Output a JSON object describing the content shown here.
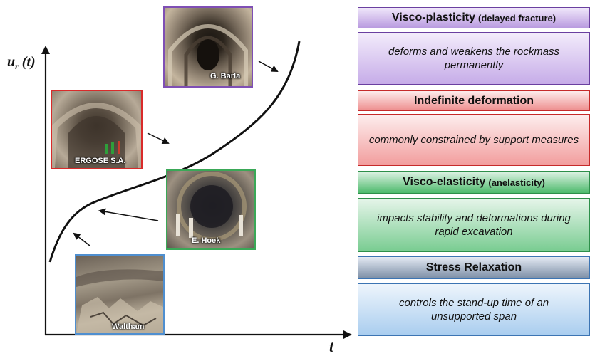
{
  "axes": {
    "y_label_main": "u",
    "y_label_sub": "r",
    "y_label_suffix": " (t)",
    "x_label": "t"
  },
  "photos": [
    {
      "caption": "G. Barla",
      "frame_color": "#7f4fb5"
    },
    {
      "caption": "ERGOSE S.A.",
      "frame_color": "#d92a2a"
    },
    {
      "caption": "E. Hoek",
      "frame_color": "#3aa857"
    },
    {
      "caption": "Waltham",
      "frame_color": "#4f8fd0"
    }
  ],
  "stages": [
    {
      "title": "Visco-plasticity",
      "title_note": "(delayed fracture)",
      "description": "deforms and weakens the rockmass permanently",
      "color": "#8e63c8"
    },
    {
      "title": "Indefinite deformation",
      "title_note": "",
      "description": "commonly constrained by support measures",
      "color": "#e05a5a"
    },
    {
      "title": "Visco-elasticity",
      "title_note": "(anelasticity)",
      "description": "impacts stability and deformations during rapid excavation",
      "color": "#2fa654"
    },
    {
      "title": "Stress Relaxation",
      "title_note": "",
      "description": "controls the stand-up time of an unsupported span",
      "color": "#5f7fa6"
    }
  ]
}
